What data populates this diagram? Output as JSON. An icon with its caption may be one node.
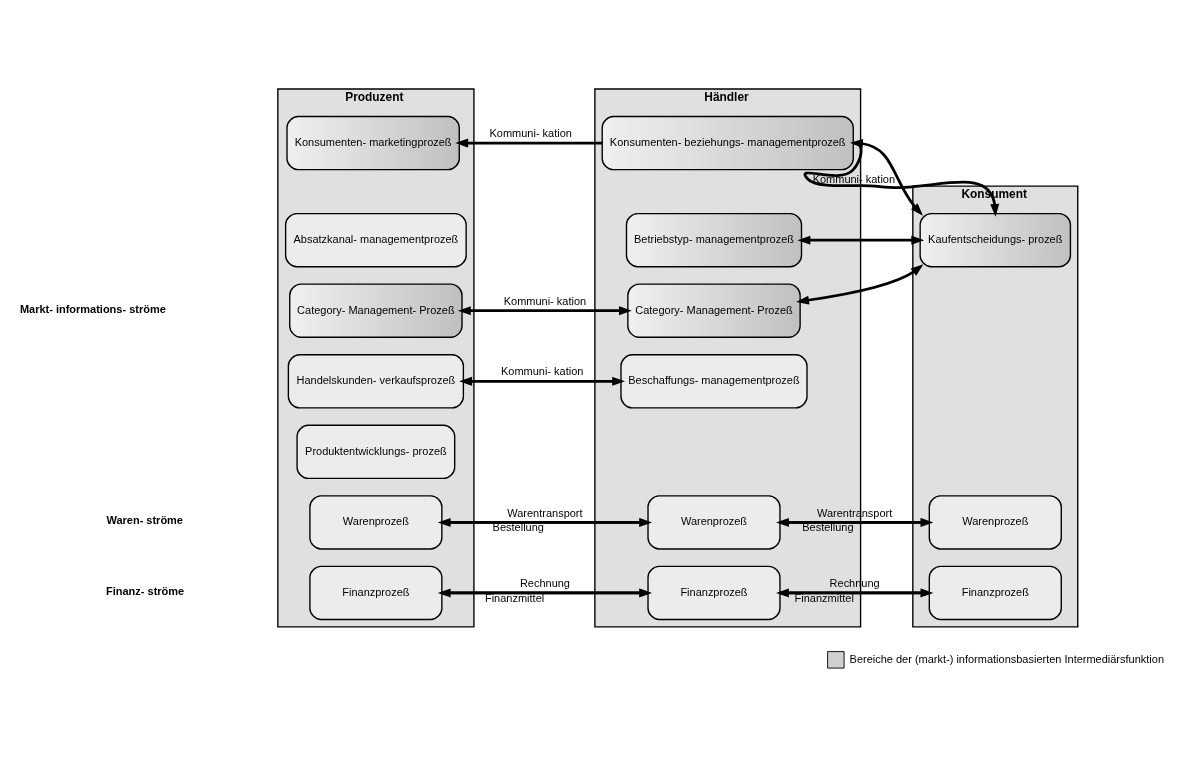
{
  "diagram": {
    "nodes": [
      {
        "text": [
          "Produzent"
        ]
      },
      {
        "text": [
          "Händler"
        ]
      },
      {
        "text": [
          "Konsument"
        ]
      },
      {
        "text": [
          "Konsumenten- marketingprozeß"
        ],
        "in": 0
      },
      {
        "text": [
          "Absatzkanal- managementprozeß"
        ],
        "in": 0
      },
      {
        "text": [
          "Category- Management- Prozeß"
        ],
        "in": 0
      },
      {
        "text": [
          "Handelskunden- verkaufsprozeß"
        ],
        "in": 0
      },
      {
        "text": [
          "Produktentwicklungs- prozeß"
        ],
        "in": 0
      },
      {
        "text": [
          "Warenprozeß"
        ],
        "in": 0
      },
      {
        "text": [
          "Finanzprozeß"
        ],
        "in": 0
      },
      {
        "text": [
          "Konsumenten- beziehungs- managementprozeß"
        ],
        "in": 1
      },
      {
        "text": [
          "Betriebstyp- managementprozeß"
        ],
        "in": 1
      },
      {
        "text": [
          "Category- Management- Prozeß"
        ],
        "in": 1
      },
      {
        "text": [
          "Beschaffungs- managementprozeß"
        ],
        "in": 1
      },
      {
        "text": [
          "Warenprozeß"
        ],
        "in": 1
      },
      {
        "text": [
          "Finanzprozeß"
        ],
        "in": 1
      },
      {
        "text": [
          "Kaufentscheidungs- prozeß"
        ],
        "in": 2
      },
      {
        "text": [
          "Warenprozeß"
        ],
        "in": 2
      },
      {
        "text": [
          "Finanzprozeß"
        ],
        "in": 2
      }
    ],
    "edges": [
      {
        "from": 10,
        "to": 3,
        "arrow": "to",
        "label": "Kommuni- kation"
      },
      {
        "from": 10,
        "to": 16,
        "arrow": "to"
      },
      {
        "from": 16,
        "to": 10,
        "arrow": "both",
        "label": "Kommuni- kation"
      },
      {
        "from": 11,
        "to": 16,
        "arrow": "both"
      },
      {
        "from": 12,
        "to": 16,
        "arrow": "both"
      },
      {
        "from": 5,
        "to": 12,
        "arrow": "both",
        "label": "Kommuni- kation"
      },
      {
        "from": 6,
        "to": 13,
        "arrow": "both",
        "label": "Kommuni- kation"
      },
      {
        "from": 14,
        "to": 8,
        "arrow": "to",
        "label": "Bestellung"
      },
      {
        "from": 8,
        "to": 14,
        "arrow": "to",
        "label": "Warentransport"
      },
      {
        "from": 17,
        "to": 14,
        "arrow": "to",
        "label": "Bestellung"
      },
      {
        "from": 14,
        "to": 17,
        "arrow": "to",
        "label": "Warentransport"
      },
      {
        "from": 9,
        "to": 15,
        "arrow": "to",
        "label": "Rechnung"
      },
      {
        "from": 15,
        "to": 9,
        "arrow": "to",
        "label": "Finanzmittel"
      },
      {
        "from": 15,
        "to": 18,
        "arrow": "to",
        "label": "Rechnung"
      },
      {
        "from": 18,
        "to": 15,
        "arrow": "to",
        "label": "Finanzmittel"
      }
    ],
    "labels": [
      "Markt- informations- ströme",
      "Waren- ströme",
      "Finanz- ströme"
    ],
    "legend": [
      {
        "text": "Bereiche der (markt-) informationsbasierten Intermediärsfunktion",
        "color": "#d0d0d0"
      }
    ]
  }
}
